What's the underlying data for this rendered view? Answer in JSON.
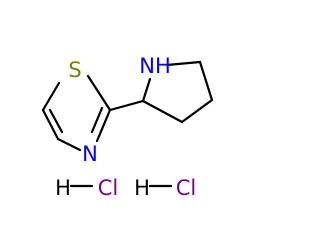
{
  "molecule": {
    "atoms": {
      "s": "S",
      "n_thiazole": "N",
      "nh_pyrrolidine": "NH",
      "h_1": "H",
      "cl_1": "Cl",
      "h_2": "H",
      "cl_2": "Cl"
    },
    "colors": {
      "bond": "#000000",
      "sulfur": "#7f7f00",
      "nitrogen": "#0000ff",
      "chlorine": "#7f007f",
      "hydrogen": "#000000"
    }
  }
}
